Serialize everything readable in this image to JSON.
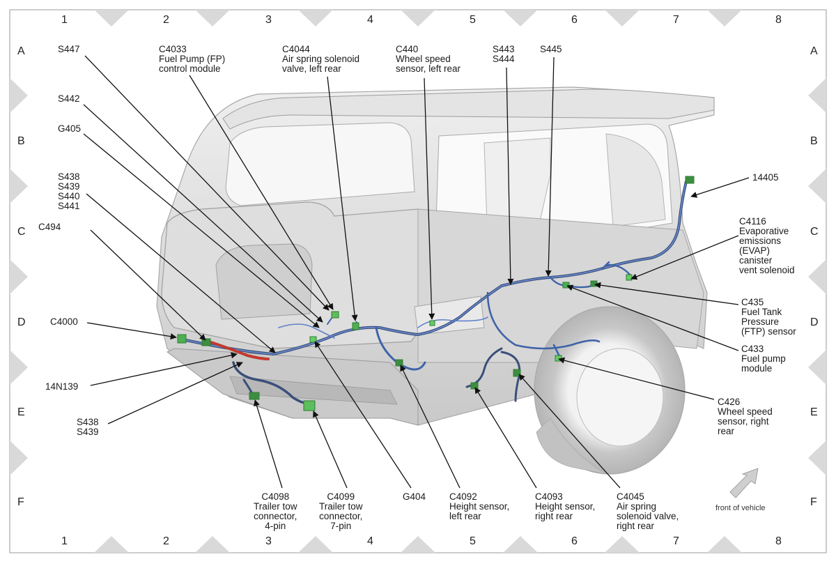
{
  "grid": {
    "columns": [
      "1",
      "2",
      "3",
      "4",
      "5",
      "6",
      "7",
      "8"
    ],
    "rows": [
      "A",
      "B",
      "C",
      "D",
      "E",
      "F"
    ]
  },
  "front_of_vehicle": "front of vehicle",
  "labels": {
    "s447": [
      "S447"
    ],
    "c4033": [
      "C4033",
      "Fuel Pump (FP)",
      "control module"
    ],
    "c4044": [
      "C4044",
      "Air spring solenoid",
      "valve, left rear"
    ],
    "c440": [
      "C440",
      "Wheel speed",
      "sensor, left rear"
    ],
    "s443_s444": [
      "S443",
      "S444"
    ],
    "s445": [
      "S445"
    ],
    "s442": [
      "S442"
    ],
    "g405": [
      "G405"
    ],
    "s438_s441": [
      "S438",
      "S439",
      "S440",
      "S441"
    ],
    "c494": [
      "C494"
    ],
    "c4000": [
      "C4000"
    ],
    "n14n139": [
      "14N139"
    ],
    "s438_s439": [
      "S438",
      "S439"
    ],
    "c4098": [
      "C4098",
      "Trailer tow",
      "connector,",
      "4-pin"
    ],
    "c4099": [
      "C4099",
      "Trailer tow",
      "connector,",
      "7-pin"
    ],
    "g404": [
      "G404"
    ],
    "c4092": [
      "C4092",
      "Height sensor,",
      "left rear"
    ],
    "c4093": [
      "C4093",
      "Height sensor,",
      "right rear"
    ],
    "c4045": [
      "C4045",
      "Air spring",
      "solenoid valve,",
      "right rear"
    ],
    "n14405": [
      "14405"
    ],
    "c4116": [
      "C4116",
      "Evaporative",
      "emissions",
      "(EVAP)",
      "canister",
      "vent solenoid"
    ],
    "c435": [
      "C435",
      "Fuel Tank",
      "Pressure",
      "(FTP) sensor"
    ],
    "c433": [
      "C433",
      "Fuel pump",
      "module"
    ],
    "c426": [
      "C426",
      "Wheel speed",
      "sensor, right",
      "rear"
    ]
  },
  "colors": {
    "harness_blue": "#3f63a8",
    "harness_dark": "#3a4f7a",
    "harness_red": "#c23a2e",
    "connector_green": "#4caf50",
    "body_grey": "#d6d6d6",
    "leader": "#111111"
  }
}
